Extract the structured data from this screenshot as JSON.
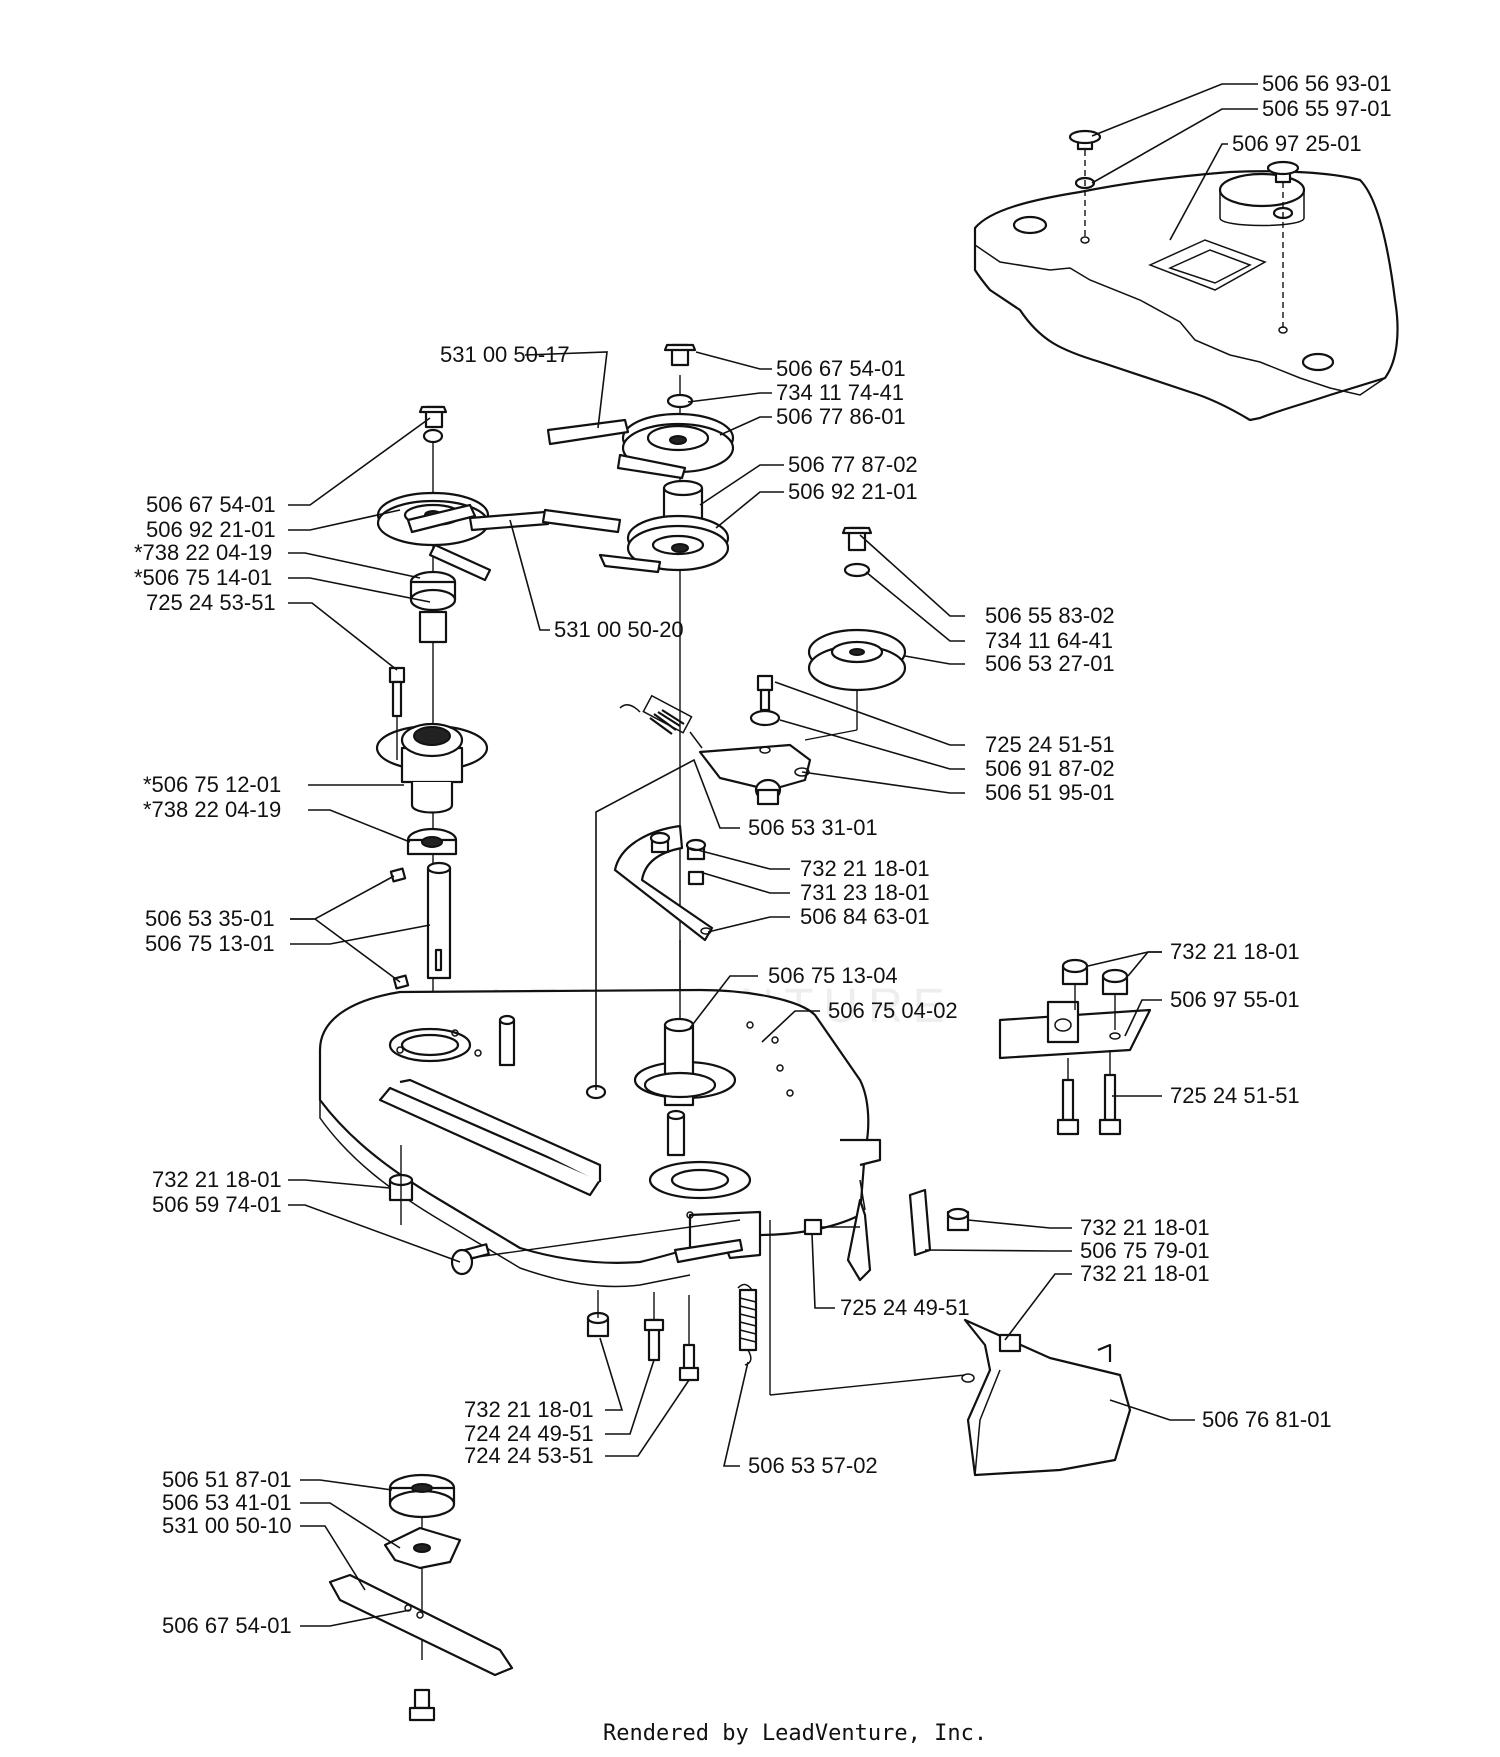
{
  "footer": "Rendered by LeadVenture, Inc.",
  "watermark": "LEADVENTURE",
  "labels": [
    {
      "id": "l01",
      "text": "506 56 93-01"
    },
    {
      "id": "l02",
      "text": "506 55 97-01"
    },
    {
      "id": "l03",
      "text": "506 97 25-01"
    },
    {
      "id": "l04",
      "text": "531 00 50-17"
    },
    {
      "id": "l05",
      "text": "506 67 54-01"
    },
    {
      "id": "l06",
      "text": "734 11 74-41"
    },
    {
      "id": "l07",
      "text": "506 77 86-01"
    },
    {
      "id": "l08",
      "text": "506 77 87-02"
    },
    {
      "id": "l09",
      "text": "506 92 21-01"
    },
    {
      "id": "l10",
      "text": "506 67 54-01"
    },
    {
      "id": "l11",
      "text": "506 92 21-01"
    },
    {
      "id": "l12",
      "text": "*738 22 04-19"
    },
    {
      "id": "l13",
      "text": "*506 75 14-01"
    },
    {
      "id": "l14",
      "text": "725 24 53-51"
    },
    {
      "id": "l15",
      "text": "531 00 50-20"
    },
    {
      "id": "l16",
      "text": "506 55 83-02"
    },
    {
      "id": "l17",
      "text": "734 11 64-41"
    },
    {
      "id": "l18",
      "text": "506 53 27-01"
    },
    {
      "id": "l19",
      "text": "725 24 51-51"
    },
    {
      "id": "l20",
      "text": "506 91 87-02"
    },
    {
      "id": "l21",
      "text": "506 51 95-01"
    },
    {
      "id": "l22",
      "text": "*506 75 12-01"
    },
    {
      "id": "l23",
      "text": "*738 22 04-19"
    },
    {
      "id": "l24",
      "text": "506 53 31-01"
    },
    {
      "id": "l25",
      "text": "732 21 18-01"
    },
    {
      "id": "l26",
      "text": "731 23 18-01"
    },
    {
      "id": "l27",
      "text": "506 84 63-01"
    },
    {
      "id": "l28",
      "text": "506 53 35-01"
    },
    {
      "id": "l29",
      "text": "506 75 13-01"
    },
    {
      "id": "l30",
      "text": "506 75 13-04"
    },
    {
      "id": "l31",
      "text": "732 21 18-01"
    },
    {
      "id": "l32",
      "text": "506 75 04-02"
    },
    {
      "id": "l33",
      "text": "506 97 55-01"
    },
    {
      "id": "l34",
      "text": "725 24 51-51"
    },
    {
      "id": "l35",
      "text": "732 21 18-01"
    },
    {
      "id": "l36",
      "text": "506 59 74-01"
    },
    {
      "id": "l37",
      "text": "732 21 18-01"
    },
    {
      "id": "l38",
      "text": "506 75 79-01"
    },
    {
      "id": "l39",
      "text": "732 21 18-01"
    },
    {
      "id": "l40",
      "text": "725 24 49-51"
    },
    {
      "id": "l41",
      "text": "506 76 81-01"
    },
    {
      "id": "l42",
      "text": "732 21 18-01"
    },
    {
      "id": "l43",
      "text": "724 24 49-51"
    },
    {
      "id": "l44",
      "text": "724 24 53-51"
    },
    {
      "id": "l45",
      "text": "506 53 57-02"
    },
    {
      "id": "l46",
      "text": "506 51 87-01"
    },
    {
      "id": "l47",
      "text": "506 53 41-01"
    },
    {
      "id": "l48",
      "text": "531 00 50-10"
    },
    {
      "id": "l49",
      "text": "506 67 54-01"
    }
  ]
}
